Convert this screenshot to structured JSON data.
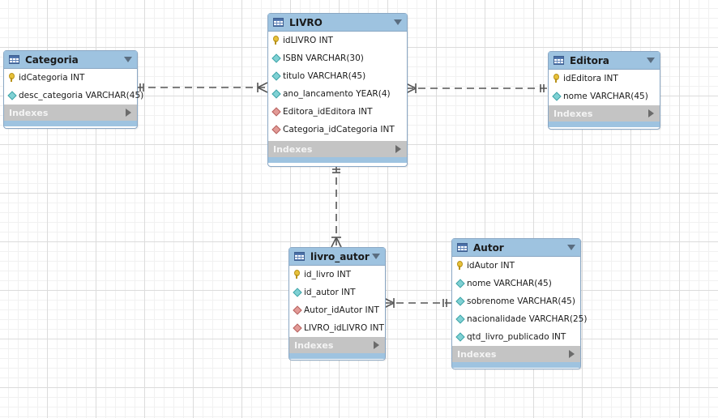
{
  "entities": {
    "livro": {
      "title": "LIVRO",
      "columns": [
        {
          "text": "idLIVRO INT",
          "icon": "primary-key-icon"
        },
        {
          "text": "ISBN VARCHAR(30)",
          "icon": "column-icon"
        },
        {
          "text": "titulo VARCHAR(45)",
          "icon": "column-icon"
        },
        {
          "text": "ano_lancamento YEAR(4)",
          "icon": "column-icon"
        },
        {
          "text": "Editora_idEditora INT",
          "icon": "foreign-key-icon"
        },
        {
          "text": "Categoria_idCategoria INT",
          "icon": "foreign-key-icon"
        }
      ],
      "indexes_label": "Indexes"
    },
    "categoria": {
      "title": "Categoria",
      "columns": [
        {
          "text": "idCategoria INT",
          "icon": "primary-key-icon"
        },
        {
          "text": "desc_categoria VARCHAR(45)",
          "icon": "column-icon"
        }
      ],
      "indexes_label": "Indexes"
    },
    "editora": {
      "title": "Editora",
      "columns": [
        {
          "text": "idEditora INT",
          "icon": "primary-key-icon"
        },
        {
          "text": "nome VARCHAR(45)",
          "icon": "column-icon"
        }
      ],
      "indexes_label": "Indexes"
    },
    "livro_autor": {
      "title": "livro_autor",
      "columns": [
        {
          "text": "id_livro INT",
          "icon": "primary-key-icon"
        },
        {
          "text": "id_autor INT",
          "icon": "column-icon"
        },
        {
          "text": "Autor_idAutor INT",
          "icon": "foreign-key-icon"
        },
        {
          "text": "LIVRO_idLIVRO INT",
          "icon": "foreign-key-icon"
        }
      ],
      "indexes_label": "Indexes"
    },
    "autor": {
      "title": "Autor",
      "columns": [
        {
          "text": "idAutor INT",
          "icon": "primary-key-icon"
        },
        {
          "text": "nome VARCHAR(45)",
          "icon": "column-icon"
        },
        {
          "text": "sobrenome VARCHAR(45)",
          "icon": "column-icon"
        },
        {
          "text": "nacionalidade VARCHAR(25)",
          "icon": "column-icon"
        },
        {
          "text": "qtd_livro_publicado INT",
          "icon": "column-icon"
        }
      ],
      "indexes_label": "Indexes"
    }
  },
  "colors": {
    "header": "#9ec3e0",
    "border": "#8aa7c4",
    "indexes_bar": "#c4c4c4",
    "connector": "#555555"
  }
}
